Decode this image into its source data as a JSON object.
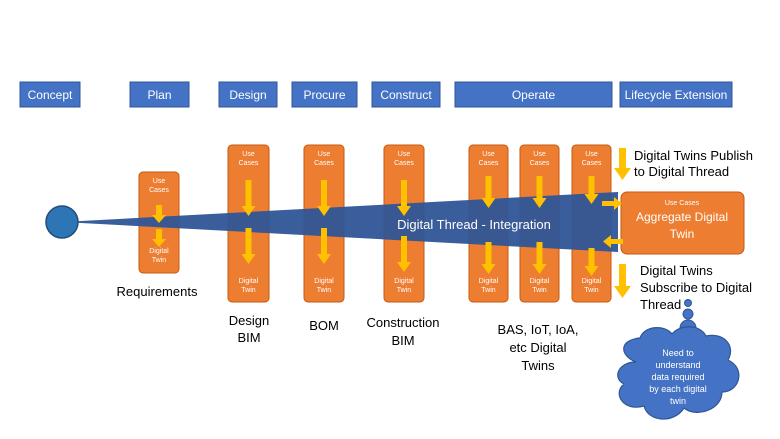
{
  "phases": [
    "Concept",
    "Plan",
    "Design",
    "Procure",
    "Construct",
    "Operate",
    "Lifecycle Extension"
  ],
  "use_cases_label": [
    "Use",
    "Cases"
  ],
  "digital_twin_label": [
    "Digital",
    "Twin"
  ],
  "thread_label": "Digital Thread - Integration",
  "aggregate": {
    "top_label": "Use Cases",
    "title": [
      "Aggregate Digital",
      "Twin"
    ]
  },
  "publish_note": [
    "Digital Twins Publish",
    "to Digital Thread"
  ],
  "subscribe_note": [
    "Digital Twins",
    "Subscribe to Digital",
    "Thread"
  ],
  "stage_labels": {
    "requirements": [
      "Requirements"
    ],
    "design": [
      "Design",
      "BIM"
    ],
    "procure": [
      "BOM"
    ],
    "construct": [
      "Construction",
      "BIM"
    ],
    "operate": [
      "BAS, IoT, IoA,",
      "etc Digital",
      "Twins"
    ]
  },
  "cloud_text": [
    "Need to",
    "understand",
    "data required",
    "by each digital",
    "twin"
  ],
  "colors": {
    "phase_blue": "#4472c4",
    "thread_blue": "#2f5597",
    "twin_orange": "#ed7d31",
    "arrow_yellow": "#ffc000",
    "circle_blue": "#2e75b6",
    "cloud_blue": "#4472c4"
  }
}
